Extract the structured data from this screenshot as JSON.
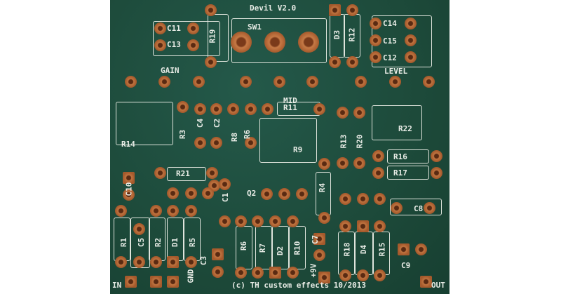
{
  "board": {
    "title": "Devil V2.0",
    "copyright": "(c) TH custom effects 10/2013",
    "colors": {
      "solder_mask": "#1d4a3a",
      "copper": "#c07440",
      "silkscreen": "#e8ece6"
    },
    "pots": {
      "gain": "GAIN",
      "mid": "MID",
      "level": "LEVEL"
    },
    "switch": "SW1",
    "connectors": {
      "input": "IN",
      "ground": "GND",
      "power": "+9V",
      "output": "OUT"
    },
    "components": {
      "c11": "C11",
      "c13": "C13",
      "r19": "R19",
      "d3": "D3",
      "r12": "R12",
      "c14": "C14",
      "c15": "C15",
      "c12": "C12",
      "r11": "R11",
      "r22": "R22",
      "r14": "R14",
      "r3": "R3",
      "c4": "C4",
      "c2": "C2",
      "r8": "R8",
      "r6a": "R6",
      "r9": "R9",
      "r13": "R13",
      "r20": "R20",
      "r16": "R16",
      "r17": "R17",
      "r21": "R21",
      "c10": "C10",
      "c1": "C1",
      "q2": "Q2",
      "r4": "R4",
      "c8": "C8",
      "r1": "R1",
      "c5": "C5",
      "r2": "R2",
      "d1": "D1",
      "r5": "R5",
      "r6": "R6",
      "r7": "R7",
      "d2": "D2",
      "r10": "R10",
      "c7": "C7",
      "c3": "C3",
      "r18": "R18",
      "d4": "D4",
      "r15": "R15",
      "c9": "C9"
    }
  }
}
